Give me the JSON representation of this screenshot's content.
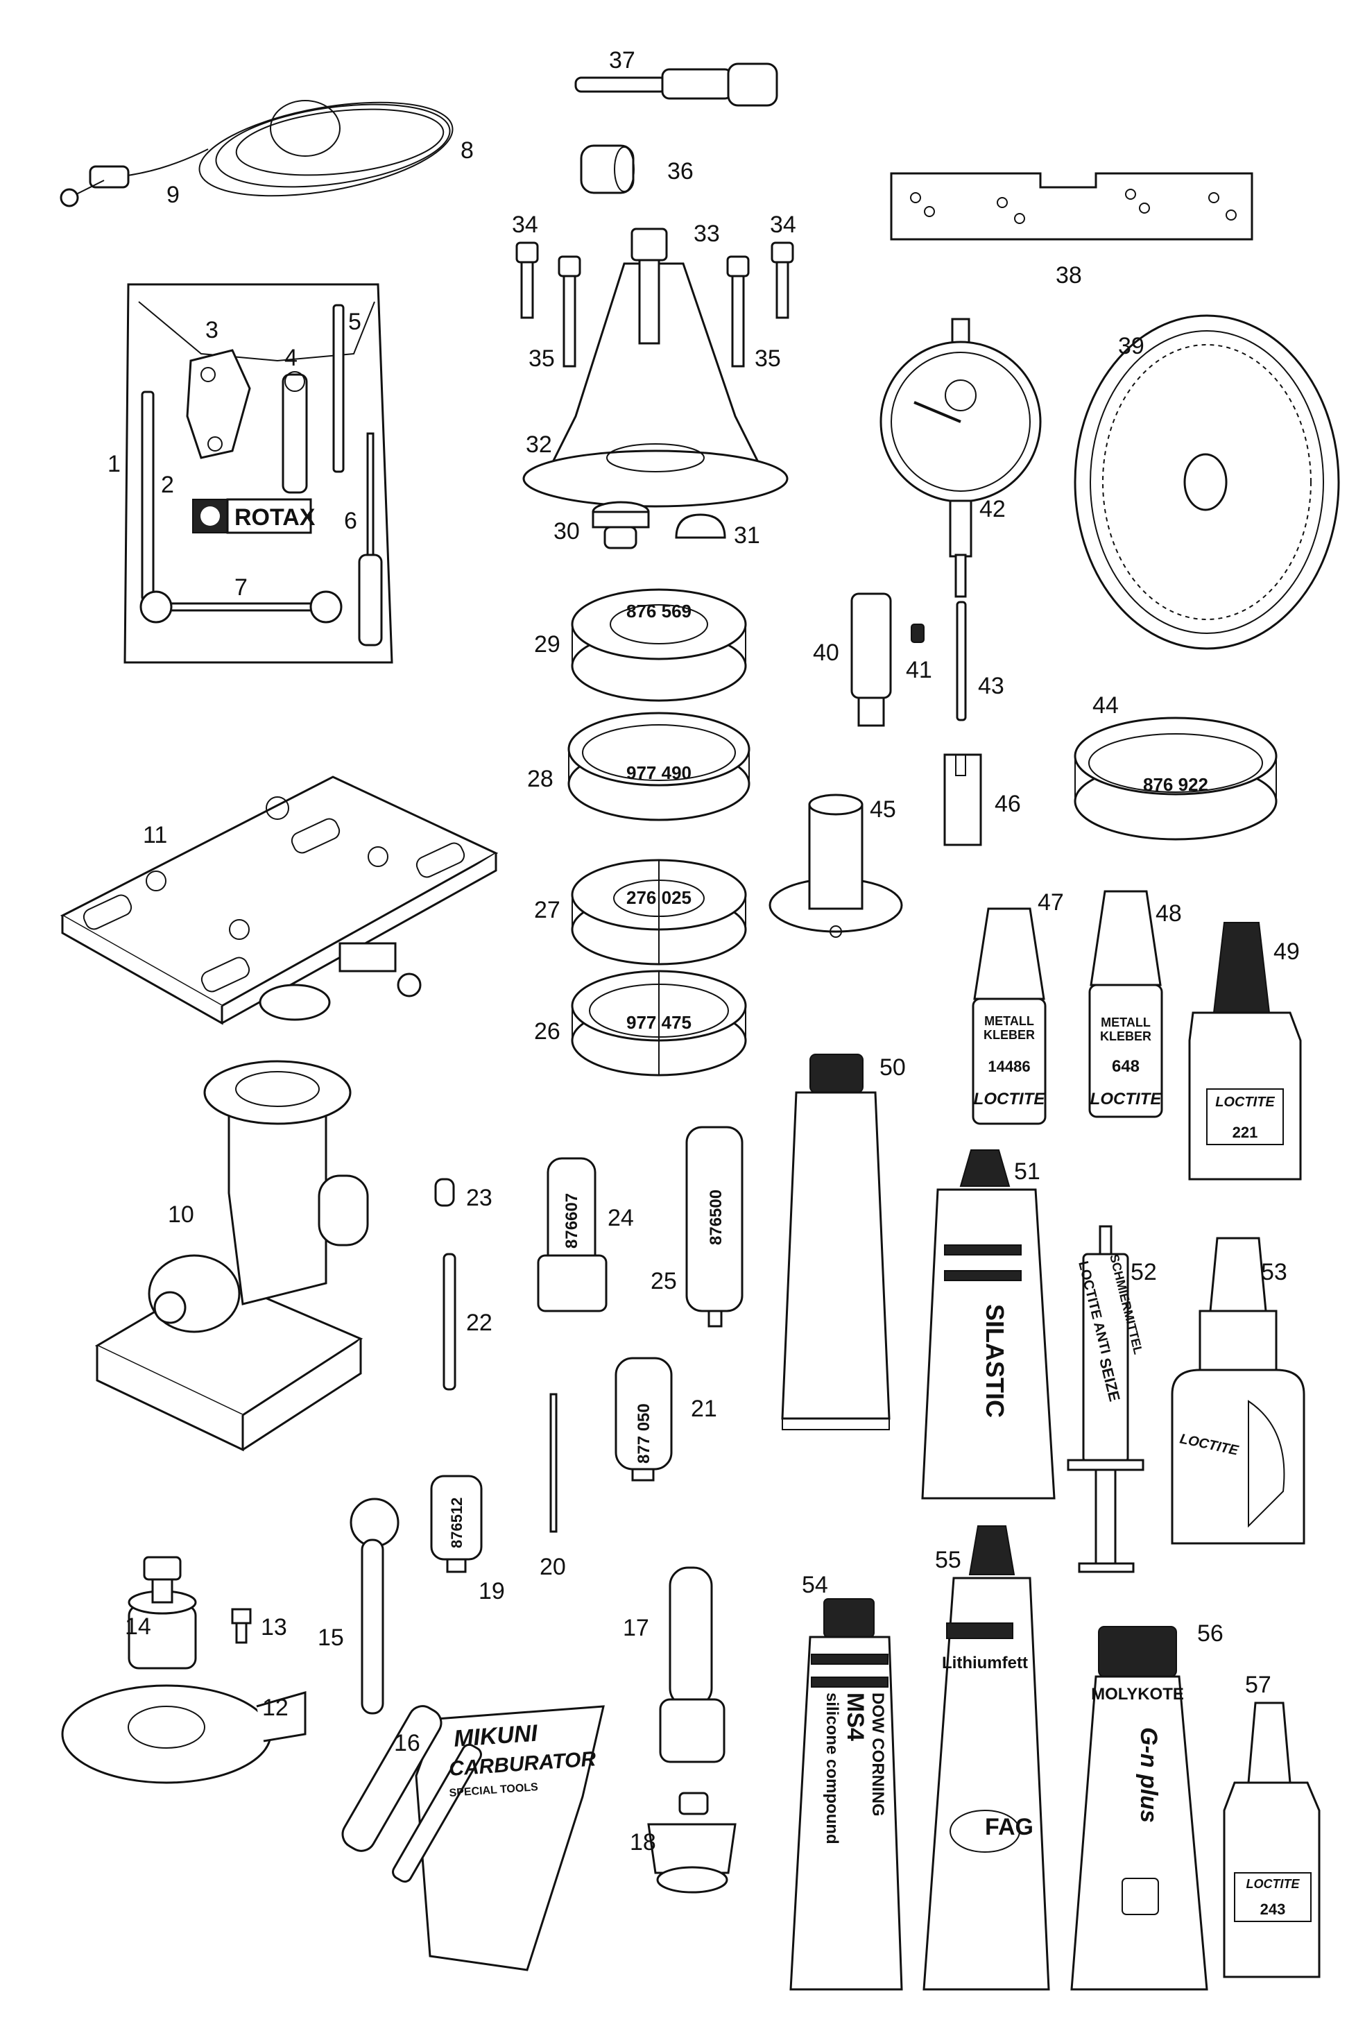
{
  "parts": [
    {
      "num": "1"
    },
    {
      "num": "2"
    },
    {
      "num": "3"
    },
    {
      "num": "4"
    },
    {
      "num": "5"
    },
    {
      "num": "6"
    },
    {
      "num": "7"
    },
    {
      "num": "8"
    },
    {
      "num": "9"
    },
    {
      "num": "10"
    },
    {
      "num": "11"
    },
    {
      "num": "12"
    },
    {
      "num": "13"
    },
    {
      "num": "14"
    },
    {
      "num": "15"
    },
    {
      "num": "16"
    },
    {
      "num": "17"
    },
    {
      "num": "18"
    },
    {
      "num": "19"
    },
    {
      "num": "20"
    },
    {
      "num": "21"
    },
    {
      "num": "22"
    },
    {
      "num": "23"
    },
    {
      "num": "24"
    },
    {
      "num": "25"
    },
    {
      "num": "26"
    },
    {
      "num": "27"
    },
    {
      "num": "28"
    },
    {
      "num": "29"
    },
    {
      "num": "30"
    },
    {
      "num": "31"
    },
    {
      "num": "32"
    },
    {
      "num": "33"
    },
    {
      "num": "34a"
    },
    {
      "num": "34b"
    },
    {
      "num": "35a"
    },
    {
      "num": "35b"
    },
    {
      "num": "36"
    },
    {
      "num": "37"
    },
    {
      "num": "38"
    },
    {
      "num": "39"
    },
    {
      "num": "40"
    },
    {
      "num": "41"
    },
    {
      "num": "42"
    },
    {
      "num": "43"
    },
    {
      "num": "44"
    },
    {
      "num": "45"
    },
    {
      "num": "46"
    },
    {
      "num": "47"
    },
    {
      "num": "48"
    },
    {
      "num": "49"
    },
    {
      "num": "50"
    },
    {
      "num": "51"
    },
    {
      "num": "52"
    },
    {
      "num": "53"
    },
    {
      "num": "54"
    },
    {
      "num": "55"
    },
    {
      "num": "56"
    },
    {
      "num": "57"
    }
  ],
  "numbers": {
    "n1": "1",
    "n2": "2",
    "n3": "3",
    "n4": "4",
    "n5": "5",
    "n6": "6",
    "n7": "7",
    "n8": "8",
    "n9": "9",
    "n10": "10",
    "n11": "11",
    "n12": "12",
    "n13": "13",
    "n14": "14",
    "n15": "15",
    "n16": "16",
    "n17": "17",
    "n18": "18",
    "n19": "19",
    "n20": "20",
    "n21": "21",
    "n22": "22",
    "n23": "23",
    "n24": "24",
    "n25": "25",
    "n26": "26",
    "n27": "27",
    "n28": "28",
    "n29": "29",
    "n30": "30",
    "n31": "31",
    "n32": "32",
    "n33": "33",
    "n34": "34",
    "n35": "35",
    "n36": "36",
    "n37": "37",
    "n38": "38",
    "n39": "39",
    "n40": "40",
    "n41": "41",
    "n42": "42",
    "n43": "43",
    "n44": "44",
    "n45": "45",
    "n46": "46",
    "n47": "47",
    "n48": "48",
    "n49": "49",
    "n50": "50",
    "n51": "51",
    "n52": "52",
    "n53": "53",
    "n54": "54",
    "n55": "55",
    "n56": "56",
    "n57": "57"
  },
  "labels": {
    "rotax": "ROTAX",
    "ring29": "876 569",
    "ring28": "977 490",
    "ring27": "276 025",
    "ring26": "977 475",
    "ring44": "876 922",
    "pin24": "876607",
    "pin25": "876500",
    "pin21": "877 050",
    "pin19": "876512",
    "metall1": "METALL",
    "kleber1": "KLEBER",
    "code47": "14486",
    "loctite47": "LOCTITE",
    "metall2": "METALL",
    "kleber2": "KLEBER",
    "code48": "648",
    "loctite48": "LOCTITE",
    "loctite49": "LOCTITE",
    "code49": "221",
    "silastic": "SILASTIC",
    "loctite52": "LOCTITE ANTI",
    "seize52": "SEIZE",
    "schmier52": "SCHMIERMITTEL",
    "loctite53": "LOCTITE",
    "dow1": "DOW CORNING",
    "ms4": "MS4",
    "silicone": "silicone compound",
    "lithium": "Lithiumfett",
    "fag": "FAG",
    "molykote": "MOLYKOTE",
    "gnplus": "G-n plus",
    "loctite57": "LOCTITE",
    "code57": "243",
    "mikuni": "MIKUNI",
    "carburator": "CARBURATOR",
    "specialtools": "SPECIAL TOOLS"
  }
}
